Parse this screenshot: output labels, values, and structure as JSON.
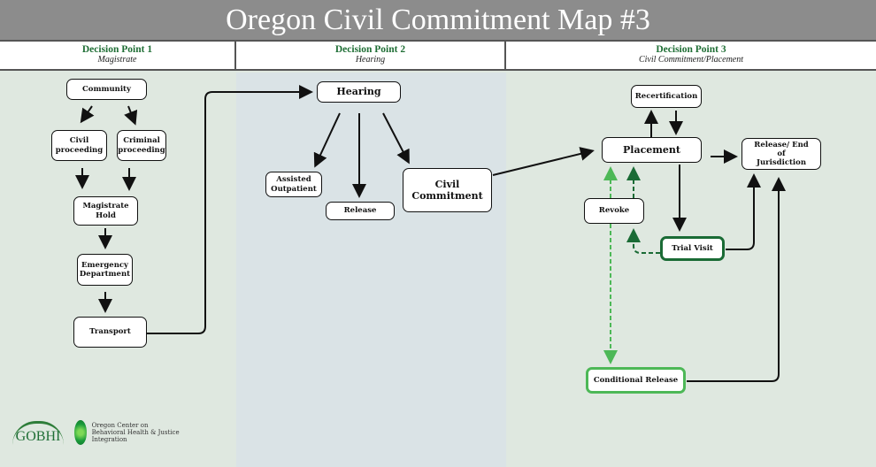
{
  "title": "Oregon Civil Commitment Map #3",
  "columns": [
    {
      "title": "Decision Point 1",
      "subtitle": "Magistrate"
    },
    {
      "title": "Decision Point 2",
      "subtitle": "Hearing"
    },
    {
      "title": "Decision Point  3",
      "subtitle": "Civil Commitment/Placement"
    }
  ],
  "nodes": {
    "community": "Community",
    "civil": "Civil proceeding",
    "criminal": "Criminal proceeding",
    "hold": "Magistrate Hold",
    "ed": "Emergency Department",
    "transport": "Transport",
    "hearing": "Hearing",
    "assisted": "Assisted Outpatient",
    "release": "Release",
    "commitment": "Civil Commitment",
    "recert": "Recertification",
    "placement": "Placement",
    "end": "Release/ End of Jurisdiction",
    "revoke": "Revoke",
    "trial": "Trial Visit",
    "conditional": "Conditional Release"
  },
  "colors": {
    "title_bg": "#8c8c8c",
    "accent": "#1f6e35",
    "light_green": "#4db857",
    "dark_green": "#1a6b35"
  },
  "logos": {
    "gobhi": "GOBHI",
    "ocbhji": "Oregon Center on Behavioral Health & Justice Integration"
  }
}
